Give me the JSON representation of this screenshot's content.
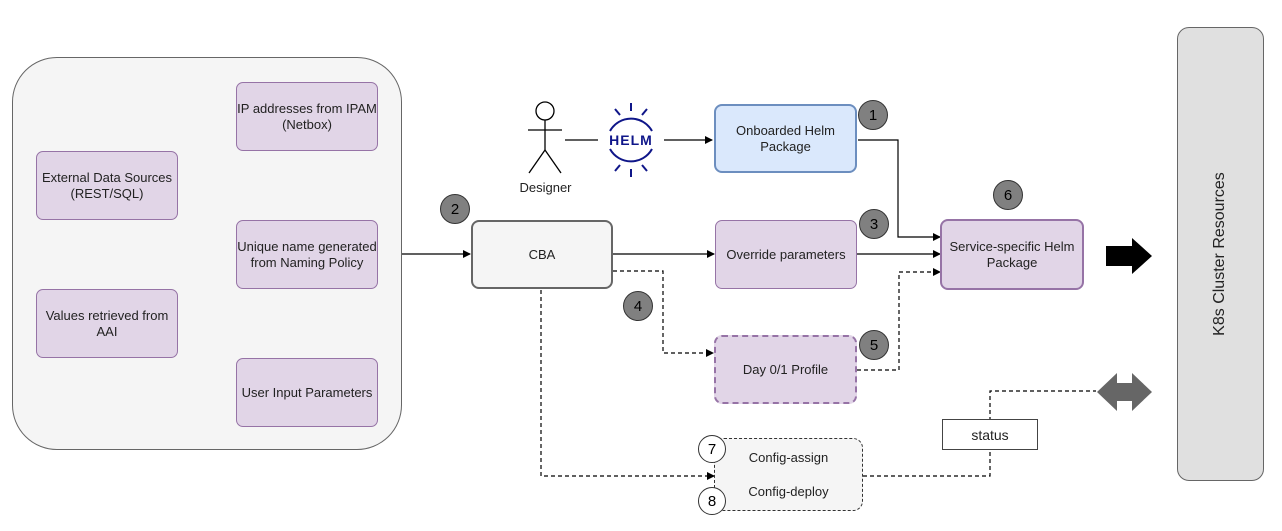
{
  "sources": {
    "ip_addresses": "IP addresses from IPAM (Netbox)",
    "external_data": "External Data Sources (REST/SQL)",
    "unique_name": "Unique name generated from Naming Policy",
    "aai_values": "Values retrieved from AAI",
    "user_input": "User Input Parameters"
  },
  "designer": {
    "label": "Designer"
  },
  "helm_logo": {
    "text": "HELM"
  },
  "nodes": {
    "onboarded": "Onboarded Helm Package",
    "cba": "CBA",
    "override": "Override parameters",
    "day01": "Day 0/1 Profile",
    "service_pkg": "Service-specific Helm Package",
    "config_assign": "Config-assign",
    "config_deploy": "Config-deploy",
    "status": "status",
    "k8s": "K8s Cluster Resources"
  },
  "steps": [
    "1",
    "2",
    "3",
    "4",
    "5",
    "6",
    "7",
    "8"
  ],
  "colors": {
    "source_fill": "#e1d5e7",
    "source_border": "#9673a6",
    "onboarded_fill": "#dae8fc",
    "onboarded_border": "#6c8ebf",
    "helm_blue": "#0f1689",
    "step_badge": "#808080"
  }
}
